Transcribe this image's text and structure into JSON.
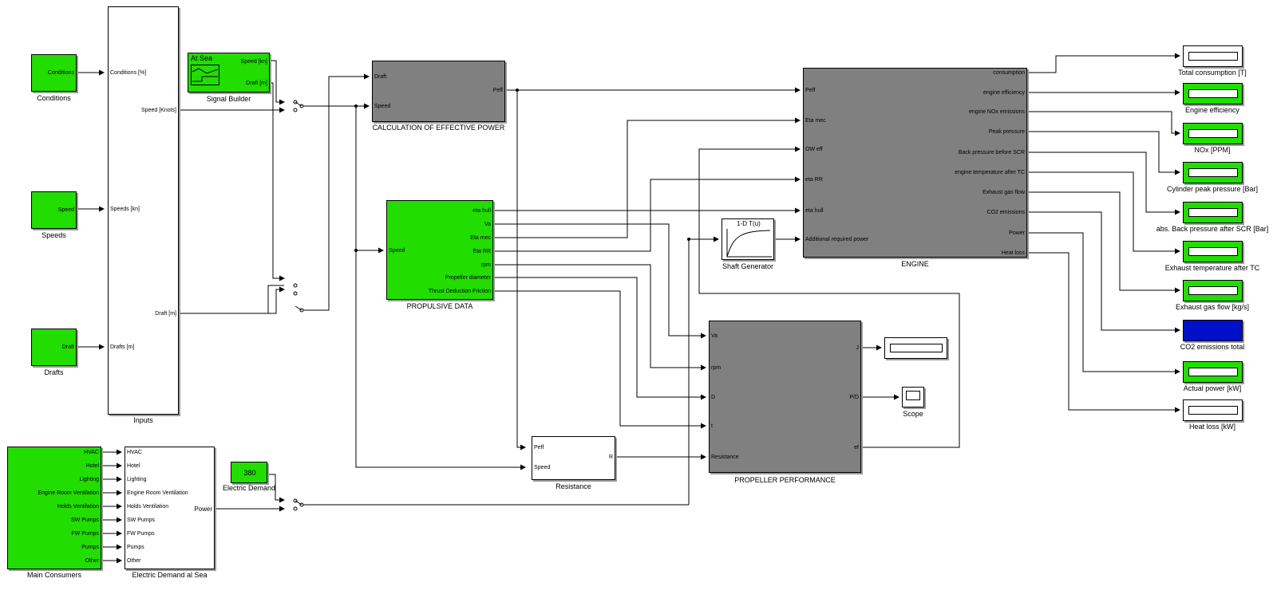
{
  "blocks": {
    "conditions": {
      "caption": "Conditions",
      "port": "Conditions"
    },
    "speeds": {
      "caption": "Speeds",
      "port": "Speed"
    },
    "drafts": {
      "caption": "Drafts",
      "port": "Draft"
    },
    "inputs": {
      "caption": "Inputs",
      "in_ports": [
        "Conditions [%]",
        "Speeds [kn]",
        "Drafts [m]"
      ],
      "out_ports": [
        "Speed [Knots]",
        "Draft [m]"
      ]
    },
    "signal_builder": {
      "caption": "Signal Builder",
      "label": "At Sea",
      "out_ports": [
        "Speed [kn]",
        "Draft [m]"
      ]
    },
    "effective_power": {
      "caption": "CALCULATION OF EFFECTIVE POWER",
      "in_ports": [
        "Draft",
        "Speed"
      ],
      "out_ports": [
        "Peff"
      ]
    },
    "propulsive_data": {
      "caption": "PROPULSIVE DATA",
      "in_ports": [
        "Speed"
      ],
      "out_ports": [
        "eta hull",
        "Va",
        "Eta mec",
        "Eta RR",
        "rpm",
        "Propeller diameter",
        "Thrust Deduction Friction"
      ]
    },
    "shaft_generator": {
      "caption": "Shaft Generator",
      "label": "1-D T(u)"
    },
    "engine": {
      "caption": "ENGINE",
      "in_ports": [
        "Peff",
        "Eta mec",
        "OW eff",
        "eta RR",
        "eta hull",
        "Additional required power"
      ],
      "out_ports": [
        "consumption",
        "engine efficiency",
        "engine NOx emissions",
        "Peak pressure",
        "Back pressure  before SCR",
        "engine temperature after TC",
        "Exhaust gas flow",
        "CO2 emissions",
        "Power",
        "Heat loss"
      ]
    },
    "propeller_performance": {
      "caption": "PROPELLER PERFORMANCE",
      "in_ports": [
        "Va",
        "rpm",
        "D",
        "t",
        "Resistance"
      ],
      "out_ports": [
        "J",
        "P/D",
        "ef"
      ]
    },
    "resistance": {
      "caption": "Resistance",
      "in_ports": [
        "Peff",
        "Speed"
      ],
      "out_ports": [
        "R"
      ]
    },
    "scope": {
      "caption": "Scope"
    },
    "electric_demand": {
      "caption": "Electric Demand",
      "value": "380"
    },
    "main_consumers": {
      "caption": "Main Consumers",
      "ports": [
        "HVAC",
        "Hotel",
        "Lighting",
        "Engine Room  Ventilation",
        "Holds Ventilation",
        "SW Pumps",
        "FW Pumps",
        "Pumps",
        "Other"
      ]
    },
    "electric_demand_sea": {
      "caption": "Electric Demand al Sea",
      "in_ports": [
        "HVAC",
        "Hotel",
        "Lighting",
        "Engine Room Ventilation",
        "Holds Ventilation",
        "SW Pumps",
        "FW Pumps",
        "Pumps",
        "Other"
      ],
      "out_ports": [
        "Power"
      ]
    }
  },
  "displays": [
    {
      "caption": "Total consumption [T]",
      "color": "#ffffff"
    },
    {
      "caption": "Engine efficiency",
      "color": "#22dd00"
    },
    {
      "caption": "NOx [PPM]",
      "color": "#22dd00"
    },
    {
      "caption": "Cylinder peak pressure [Bar]",
      "color": "#22dd00"
    },
    {
      "caption": "abs. Back pressure after SCR [Bar]",
      "color": "#22dd00"
    },
    {
      "caption": "Exhaust temperature after TC",
      "color": "#22dd00"
    },
    {
      "caption": "Exhaust gas flow [kg/s]",
      "color": "#22dd00"
    },
    {
      "caption": "CO2 emissions total",
      "color": "#0010c8"
    },
    {
      "caption": "Actual power [kW]",
      "color": "#22dd00"
    },
    {
      "caption": "Heat loss [kW]",
      "color": "#ffffff"
    }
  ],
  "colors": {
    "block_green": "#22dd00",
    "block_gray": "#808080",
    "display_blue": "#0010c8",
    "line": "#000000"
  }
}
